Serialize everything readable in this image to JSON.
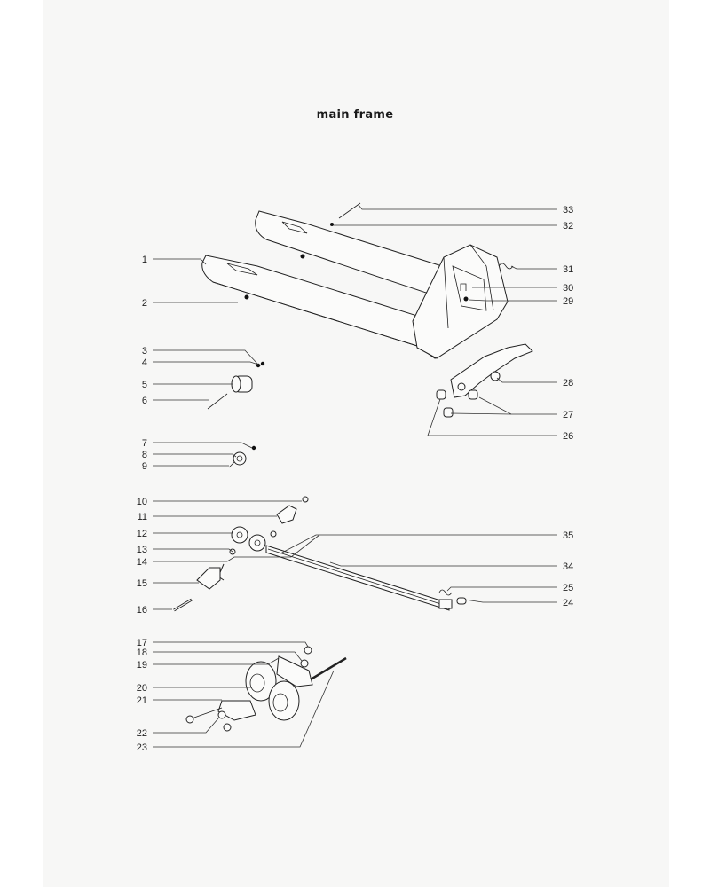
{
  "title": "main frame",
  "callouts": [
    {
      "num": "1",
      "side": "left"
    },
    {
      "num": "2",
      "side": "left"
    },
    {
      "num": "3",
      "side": "left"
    },
    {
      "num": "4",
      "side": "left"
    },
    {
      "num": "5",
      "side": "left"
    },
    {
      "num": "6",
      "side": "left"
    },
    {
      "num": "7",
      "side": "left"
    },
    {
      "num": "8",
      "side": "left"
    },
    {
      "num": "9",
      "side": "left"
    },
    {
      "num": "10",
      "side": "left"
    },
    {
      "num": "11",
      "side": "left"
    },
    {
      "num": "12",
      "side": "left"
    },
    {
      "num": "13",
      "side": "left"
    },
    {
      "num": "14",
      "side": "left"
    },
    {
      "num": "15",
      "side": "left"
    },
    {
      "num": "16",
      "side": "left"
    },
    {
      "num": "17",
      "side": "left"
    },
    {
      "num": "18",
      "side": "left"
    },
    {
      "num": "19",
      "side": "left"
    },
    {
      "num": "20",
      "side": "left"
    },
    {
      "num": "21",
      "side": "left"
    },
    {
      "num": "22",
      "side": "left"
    },
    {
      "num": "23",
      "side": "left"
    },
    {
      "num": "24",
      "side": "right"
    },
    {
      "num": "25",
      "side": "right"
    },
    {
      "num": "26",
      "side": "right"
    },
    {
      "num": "27",
      "side": "right"
    },
    {
      "num": "28",
      "side": "right"
    },
    {
      "num": "29",
      "side": "right"
    },
    {
      "num": "30",
      "side": "right"
    },
    {
      "num": "31",
      "side": "right"
    },
    {
      "num": "32",
      "side": "right"
    },
    {
      "num": "33",
      "side": "right"
    },
    {
      "num": "34",
      "side": "right"
    },
    {
      "num": "35",
      "side": "right"
    }
  ]
}
